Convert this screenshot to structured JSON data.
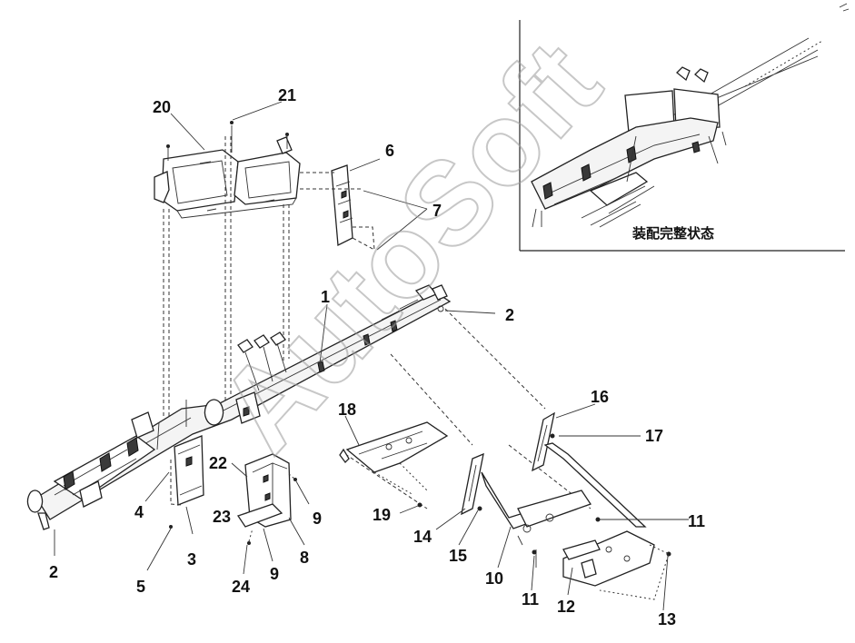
{
  "diagram": {
    "callouts": [
      {
        "id": "c20",
        "text": "20"
      },
      {
        "id": "c21",
        "text": "21"
      },
      {
        "id": "c6",
        "text": "6"
      },
      {
        "id": "c7",
        "text": "7"
      },
      {
        "id": "c1",
        "text": "1"
      },
      {
        "id": "c2a",
        "text": "2"
      },
      {
        "id": "c2b",
        "text": "2"
      },
      {
        "id": "c16",
        "text": "16"
      },
      {
        "id": "c17",
        "text": "17"
      },
      {
        "id": "c18",
        "text": "18"
      },
      {
        "id": "c22",
        "text": "22"
      },
      {
        "id": "c4",
        "text": "4"
      },
      {
        "id": "c3",
        "text": "3"
      },
      {
        "id": "c5",
        "text": "5"
      },
      {
        "id": "c23",
        "text": "23"
      },
      {
        "id": "c24",
        "text": "24"
      },
      {
        "id": "c9a",
        "text": "9"
      },
      {
        "id": "c9b",
        "text": "9"
      },
      {
        "id": "c8",
        "text": "8"
      },
      {
        "id": "c19",
        "text": "19"
      },
      {
        "id": "c14",
        "text": "14"
      },
      {
        "id": "c15",
        "text": "15"
      },
      {
        "id": "c10",
        "text": "10"
      },
      {
        "id": "c11a",
        "text": "11"
      },
      {
        "id": "c11b",
        "text": "11"
      },
      {
        "id": "c12",
        "text": "12"
      },
      {
        "id": "c13",
        "text": "13"
      }
    ],
    "inset_caption": "装配完整状态",
    "watermark": "AutoSoft"
  },
  "colors": {
    "line": "#222222",
    "background": "#ffffff",
    "watermark": "#9a9a9a"
  }
}
